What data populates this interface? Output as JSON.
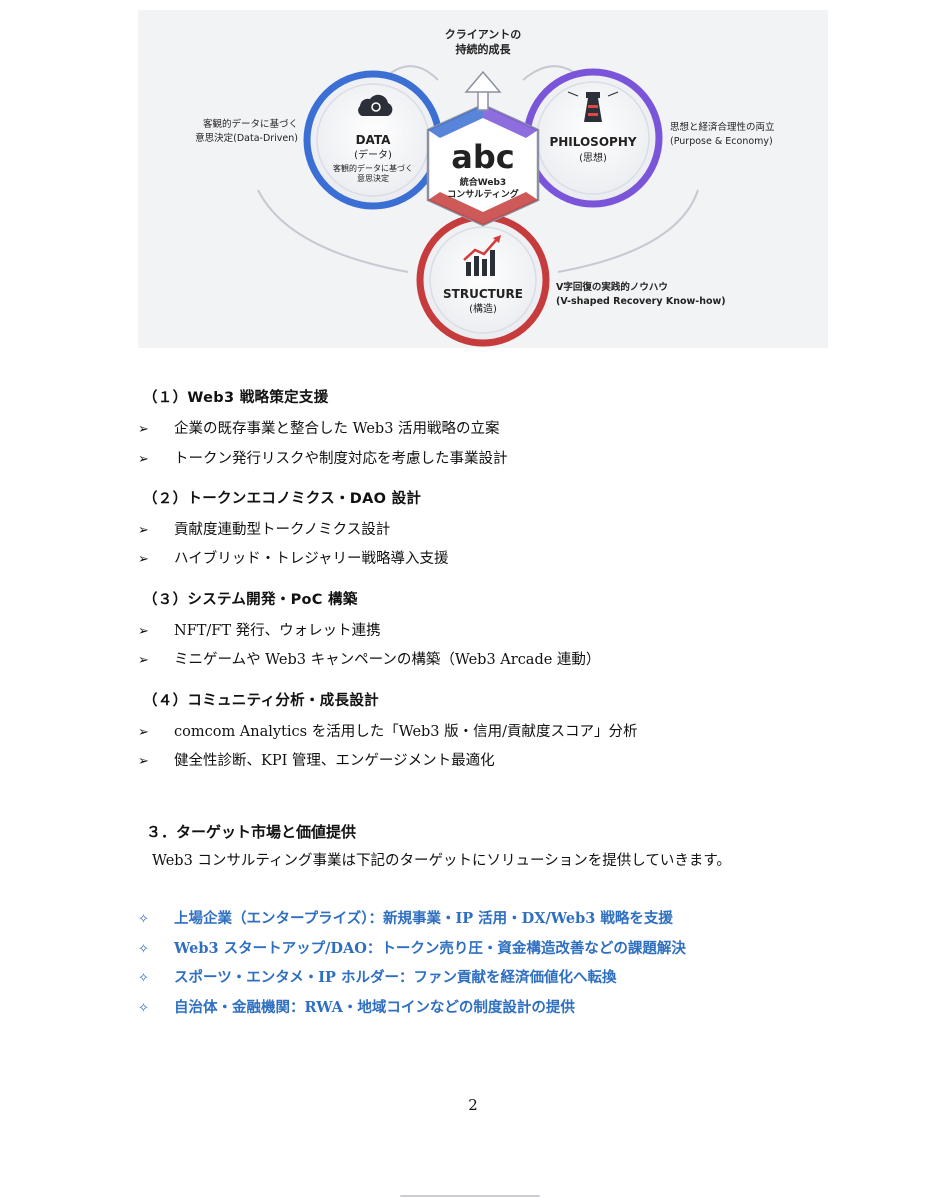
{
  "figure": {
    "top_label_1": "クライアントの",
    "top_label_2": "持続的成長",
    "center_logo": "abc",
    "center_sub_1": "統合Web3",
    "center_sub_2": "コンサルティング",
    "data_title": "DATA",
    "data_sub": "(データ)",
    "data_desc_1": "客観的データに基づく",
    "data_desc_2": "意思決定",
    "philosophy_title": "PHILOSOPHY",
    "philosophy_sub": "(思想)",
    "structure_title": "STRUCTURE",
    "structure_sub": "(構造)",
    "left_note_1": "客観的データに基づく",
    "left_note_2": "意思決定(Data-Driven)",
    "right_note_1": "思想と経済合理性の両立",
    "right_note_2": "(Purpose & Economy)",
    "bottom_note_1": "V字回復の実践的ノウハウ",
    "bottom_note_2": "(V-shaped Recovery Know-how)",
    "colors": {
      "data": "#3b6fd4",
      "philosophy": "#7a55d9",
      "structure": "#c63c3c"
    }
  },
  "services": [
    {
      "heading": "（１）Web3 戦略策定支援",
      "items": [
        "企業の既存事業と整合した Web3 活用戦略の立案",
        "トークン発行リスクや制度対応を考慮した事業設計"
      ]
    },
    {
      "heading": "（２）トークンエコノミクス・DAO 設計",
      "items": [
        "貢献度連動型トークノミクス設計",
        "ハイブリッド・トレジャリー戦略導入支援"
      ]
    },
    {
      "heading": "（３）システム開発・PoC 構築",
      "items": [
        "NFT/FT 発行、ウォレット連携",
        "ミニゲームや Web3 キャンペーンの構築（Web3 Arcade 連動）"
      ]
    },
    {
      "heading": "（４）コミュニティ分析・成長設計",
      "items": [
        "comcom Analytics を活用した「Web3 版・信用/貢献度スコア」分析",
        "健全性診断、KPI 管理、エンゲージメント最適化"
      ]
    }
  ],
  "bullet_mark": "➢",
  "target": {
    "heading": "３．ターゲット市場と価値提供",
    "intro": "Web3 コンサルティング事業は下記のターゲットにソリューションを提供していきます。",
    "mark": "✧",
    "items": [
      "上場企業（エンタープライズ）：新規事業・IP 活用・DX/Web3 戦略を支援",
      "Web3 スタートアップ/DAO：トークン売り圧・資金構造改善などの課題解決",
      "スポーツ・エンタメ・IP ホルダー：ファン貢献を経済価値化へ転換",
      "自治体・金融機関：RWA・地域コインなどの制度設計の提供"
    ]
  },
  "page_number": "2"
}
